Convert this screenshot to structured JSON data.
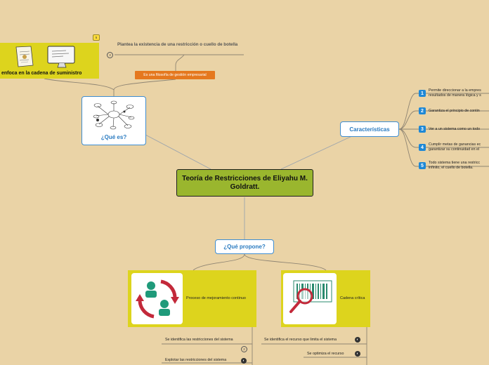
{
  "central": {
    "title": "Teoría de Restricciones de Eliyahu M. Goldratt."
  },
  "topics": {
    "que_es": "¿Qué es?",
    "caracteristicas": "Características",
    "que_propone": "¿Qué propone?"
  },
  "supply_chain": {
    "label": "enfoca en la cadena de suministro",
    "badge": "5"
  },
  "que_es_children": {
    "plantea": "Plantea la existencia de una restricción o cuello de botella",
    "plantea_badge": "3",
    "filosofia": "Es una filosofía de gestión empresarial"
  },
  "caracteristicas_items": [
    {
      "num": "1",
      "text": "Permite direccionar a la empres",
      "text2": "resultados de manera lógica y s"
    },
    {
      "num": "2",
      "text": "Garantiza el principio de contin",
      "text2": ""
    },
    {
      "num": "3",
      "text": "Ver a un sistema como un todo",
      "text2": ""
    },
    {
      "num": "4",
      "text": "Cumplir metas de ganancias ec",
      "text2": "garantizar su continuidad en el"
    },
    {
      "num": "5",
      "text": "Todo sistema tiene una restricc",
      "text2": "infinito, el cuello de botella."
    }
  ],
  "propone": {
    "left_label": "Proceso de mejoramiento continuo",
    "right_label": "Cadena crítica",
    "left_items": [
      {
        "text": "Se identifica las restricciones del sistema",
        "badge": "2"
      },
      {
        "text": "Explotar las restricciones del sistema",
        "badge": "◐"
      }
    ],
    "right_items": [
      {
        "text": "Se identifica el recurso que limita el sistema",
        "badge": "◐"
      },
      {
        "text": "Se optimiza el recurso",
        "badge": "◐"
      }
    ]
  },
  "colors": {
    "background": "#ead3a6",
    "central": "#9ab62e",
    "topic_border": "#3f8dd0",
    "yellow": "#ddd41d",
    "orange": "#e5781e",
    "badge_blue": "#1e88d6"
  }
}
